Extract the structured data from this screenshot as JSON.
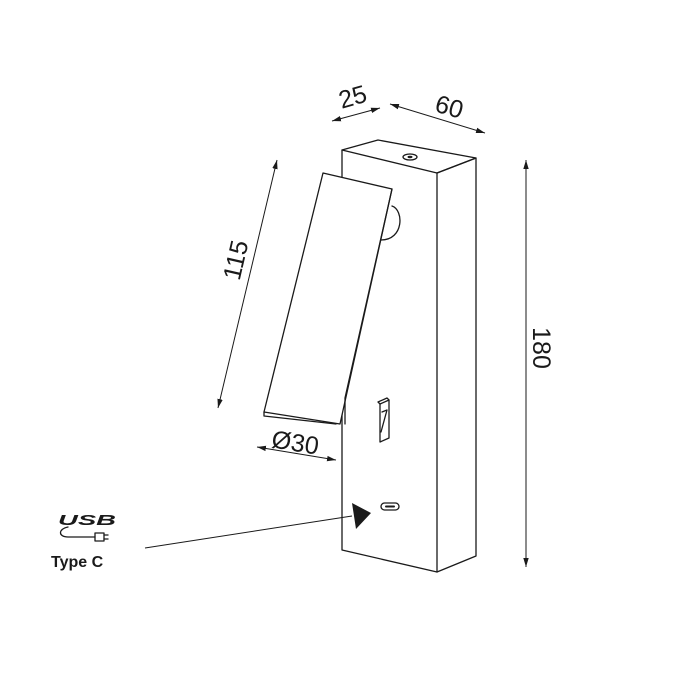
{
  "dimensions": {
    "depth": "25",
    "width": "60",
    "height": "180",
    "arm_length": "115",
    "head_diameter": "Ø30"
  },
  "usb": {
    "logo_text": "USB",
    "port_label": "Type C"
  },
  "icons": [
    "usb-logo-icon",
    "usb-cable-icon",
    "rocker-switch-icon",
    "usb-c-port-icon",
    "pointer-arrow-icon"
  ]
}
